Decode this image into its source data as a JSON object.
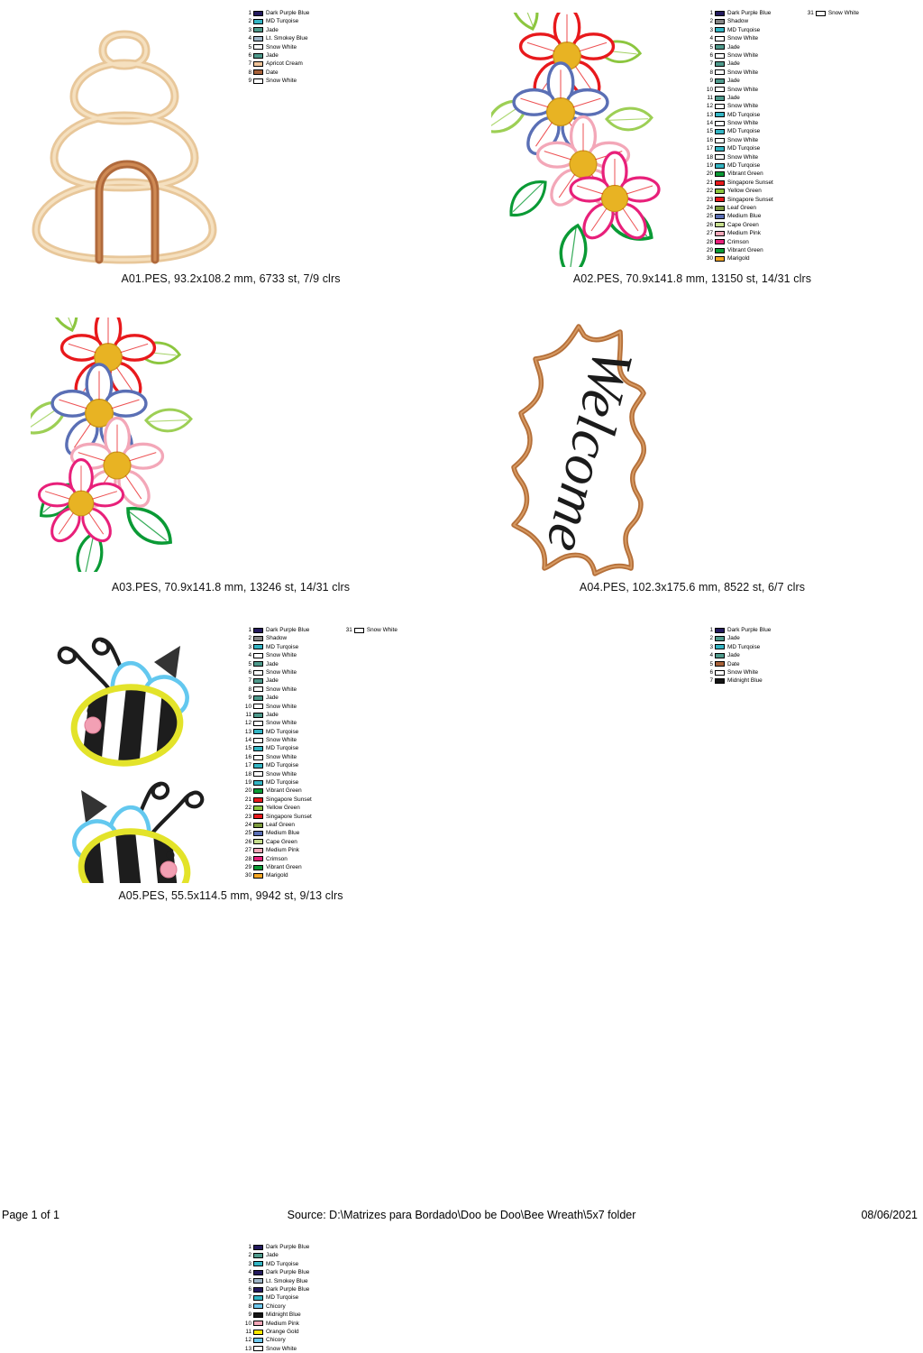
{
  "footer": {
    "page": "Page 1 of 1",
    "source": "Source: D:\\Matrizes para Bordado\\Doo be Doo\\Bee Wreath\\5x7 folder",
    "date": "08/06/2021"
  },
  "colors": {
    "dark_purple_blue": "#241a5e",
    "md_turquoise": "#34b5c4",
    "jade": "#4f9a8c",
    "lt_smokey_blue": "#9fb6c8",
    "snow_white": "#ffffff",
    "apricot_cream": "#f0c49a",
    "date": "#a8623a",
    "shadow": "#848484",
    "vibrant_green": "#0a9a35",
    "singapore_sunset": "#e8191c",
    "yellow_green": "#8cc63f",
    "leaf_green": "#7b9a3d",
    "medium_blue": "#5a6fb5",
    "cape_green": "#c6de8e",
    "medium_pink": "#f3a7b8",
    "crimson": "#e8207a",
    "marigold": "#f5a623",
    "chicory": "#6ec8ef",
    "midnight_blue": "#151515",
    "orange_gold": "#ffe800",
    "banner_outline": "#b5703a",
    "bee_yellow": "#e3e32a",
    "bee_black": "#1d1d1d",
    "bee_wing": "#63c8ef",
    "bee_cheek": "#f2a0b4",
    "flower_center": "#e8b323"
  },
  "designs": [
    {
      "id": "A01",
      "caption": "A01.PES, 93.2x108.2 mm, 6733 st, 7/9 clrs",
      "art_name": "beehive-applique-art",
      "legend": [
        {
          "n": "1",
          "name": "Dark Purple Blue",
          "color": "#241a5e"
        },
        {
          "n": "2",
          "name": "MD Turqoise",
          "color": "#34b5c4"
        },
        {
          "n": "3",
          "name": "Jade",
          "color": "#4f9a8c"
        },
        {
          "n": "4",
          "name": "Lt. Smokey Blue",
          "color": "#9fb6c8"
        },
        {
          "n": "5",
          "name": "Snow White",
          "color": "#ffffff"
        },
        {
          "n": "6",
          "name": "Jade",
          "color": "#4f9a8c"
        },
        {
          "n": "7",
          "name": "Apricot Cream",
          "color": "#f0c49a"
        },
        {
          "n": "8",
          "name": "Date",
          "color": "#a8623a"
        },
        {
          "n": "9",
          "name": "Snow White",
          "color": "#ffffff"
        }
      ],
      "legend2": []
    },
    {
      "id": "A02",
      "caption": "A02.PES, 70.9x141.8 mm, 13150 st, 14/31 clrs",
      "art_name": "flower-wreath-art",
      "legend": [
        {
          "n": "1",
          "name": "Dark Purple Blue",
          "color": "#241a5e"
        },
        {
          "n": "2",
          "name": "Shadow",
          "color": "#848484"
        },
        {
          "n": "3",
          "name": "MD Turqoise",
          "color": "#34b5c4"
        },
        {
          "n": "4",
          "name": "Snow White",
          "color": "#ffffff"
        },
        {
          "n": "5",
          "name": "Jade",
          "color": "#4f9a8c"
        },
        {
          "n": "6",
          "name": "Snow White",
          "color": "#ffffff"
        },
        {
          "n": "7",
          "name": "Jade",
          "color": "#4f9a8c"
        },
        {
          "n": "8",
          "name": "Snow White",
          "color": "#ffffff"
        },
        {
          "n": "9",
          "name": "Jade",
          "color": "#4f9a8c"
        },
        {
          "n": "10",
          "name": "Snow White",
          "color": "#ffffff"
        },
        {
          "n": "11",
          "name": "Jade",
          "color": "#4f9a8c"
        },
        {
          "n": "12",
          "name": "Snow White",
          "color": "#ffffff"
        },
        {
          "n": "13",
          "name": "MD Turqoise",
          "color": "#34b5c4"
        },
        {
          "n": "14",
          "name": "Snow White",
          "color": "#ffffff"
        },
        {
          "n": "15",
          "name": "MD Turqoise",
          "color": "#34b5c4"
        },
        {
          "n": "16",
          "name": "Snow White",
          "color": "#ffffff"
        },
        {
          "n": "17",
          "name": "MD Turqoise",
          "color": "#34b5c4"
        },
        {
          "n": "18",
          "name": "Snow White",
          "color": "#ffffff"
        },
        {
          "n": "19",
          "name": "MD Turqoise",
          "color": "#34b5c4"
        },
        {
          "n": "20",
          "name": "Vibrant Green",
          "color": "#0a9a35"
        },
        {
          "n": "21",
          "name": "Singapore Sunset",
          "color": "#e8191c"
        },
        {
          "n": "22",
          "name": "Yellow Green",
          "color": "#8cc63f"
        },
        {
          "n": "23",
          "name": "Singapore Sunset",
          "color": "#e8191c"
        },
        {
          "n": "24",
          "name": "Leaf Green",
          "color": "#7b9a3d"
        },
        {
          "n": "25",
          "name": "Medium Blue",
          "color": "#5a6fb5"
        },
        {
          "n": "26",
          "name": "Cape Green",
          "color": "#c6de8e"
        },
        {
          "n": "27",
          "name": "Medium Pink",
          "color": "#f3a7b8"
        },
        {
          "n": "28",
          "name": "Crimson",
          "color": "#e8207a"
        },
        {
          "n": "29",
          "name": "Vibrant Green",
          "color": "#0a9a35"
        },
        {
          "n": "30",
          "name": "Marigold",
          "color": "#f5a623"
        }
      ],
      "legend2": [
        {
          "n": "31",
          "name": "Snow White",
          "color": "#ffffff"
        }
      ]
    },
    {
      "id": "A03",
      "caption": "A03.PES, 70.9x141.8 mm, 13246 st, 14/31 clrs",
      "art_name": "flower-wreath-art-2",
      "legend": [
        {
          "n": "1",
          "name": "Dark Purple Blue",
          "color": "#241a5e"
        },
        {
          "n": "2",
          "name": "Shadow",
          "color": "#848484"
        },
        {
          "n": "3",
          "name": "MD Turqoise",
          "color": "#34b5c4"
        },
        {
          "n": "4",
          "name": "Snow White",
          "color": "#ffffff"
        },
        {
          "n": "5",
          "name": "Jade",
          "color": "#4f9a8c"
        },
        {
          "n": "6",
          "name": "Snow White",
          "color": "#ffffff"
        },
        {
          "n": "7",
          "name": "Jade",
          "color": "#4f9a8c"
        },
        {
          "n": "8",
          "name": "Snow White",
          "color": "#ffffff"
        },
        {
          "n": "9",
          "name": "Jade",
          "color": "#4f9a8c"
        },
        {
          "n": "10",
          "name": "Snow White",
          "color": "#ffffff"
        },
        {
          "n": "11",
          "name": "Jade",
          "color": "#4f9a8c"
        },
        {
          "n": "12",
          "name": "Snow White",
          "color": "#ffffff"
        },
        {
          "n": "13",
          "name": "MD Turqoise",
          "color": "#34b5c4"
        },
        {
          "n": "14",
          "name": "Snow White",
          "color": "#ffffff"
        },
        {
          "n": "15",
          "name": "MD Turqoise",
          "color": "#34b5c4"
        },
        {
          "n": "16",
          "name": "Snow White",
          "color": "#ffffff"
        },
        {
          "n": "17",
          "name": "MD Turqoise",
          "color": "#34b5c4"
        },
        {
          "n": "18",
          "name": "Snow White",
          "color": "#ffffff"
        },
        {
          "n": "19",
          "name": "MD Turqoise",
          "color": "#34b5c4"
        },
        {
          "n": "20",
          "name": "Vibrant Green",
          "color": "#0a9a35"
        },
        {
          "n": "21",
          "name": "Singapore Sunset",
          "color": "#e8191c"
        },
        {
          "n": "22",
          "name": "Yellow Green",
          "color": "#8cc63f"
        },
        {
          "n": "23",
          "name": "Singapore Sunset",
          "color": "#e8191c"
        },
        {
          "n": "24",
          "name": "Leaf Green",
          "color": "#7b9a3d"
        },
        {
          "n": "25",
          "name": "Medium Blue",
          "color": "#5a6fb5"
        },
        {
          "n": "26",
          "name": "Cape Green",
          "color": "#c6de8e"
        },
        {
          "n": "27",
          "name": "Medium Pink",
          "color": "#f3a7b8"
        },
        {
          "n": "28",
          "name": "Crimson",
          "color": "#e8207a"
        },
        {
          "n": "29",
          "name": "Vibrant Green",
          "color": "#0a9a35"
        },
        {
          "n": "30",
          "name": "Marigold",
          "color": "#f5a623"
        }
      ],
      "legend2": [
        {
          "n": "31",
          "name": "Snow White",
          "color": "#ffffff"
        }
      ]
    },
    {
      "id": "A04",
      "caption": "A04.PES, 102.3x175.6 mm, 8522 st, 6/7 clrs",
      "art_name": "welcome-banner-art",
      "banner_text": "Welcome",
      "legend": [
        {
          "n": "1",
          "name": "Dark Purple Blue",
          "color": "#241a5e"
        },
        {
          "n": "2",
          "name": "Jade",
          "color": "#4f9a8c"
        },
        {
          "n": "3",
          "name": "MD Turqoise",
          "color": "#34b5c4"
        },
        {
          "n": "4",
          "name": "Jade",
          "color": "#4f9a8c"
        },
        {
          "n": "5",
          "name": "Date",
          "color": "#a8623a"
        },
        {
          "n": "6",
          "name": "Snow White",
          "color": "#ffffff"
        },
        {
          "n": "7",
          "name": "Midnight Blue",
          "color": "#151515"
        }
      ],
      "legend2": []
    },
    {
      "id": "A05",
      "caption": "A05.PES, 55.5x114.5 mm, 9942 st, 9/13 clrs",
      "art_name": "bee-pair-art",
      "legend": [
        {
          "n": "1",
          "name": "Dark Purple Blue",
          "color": "#241a5e"
        },
        {
          "n": "2",
          "name": "Jade",
          "color": "#4f9a8c"
        },
        {
          "n": "3",
          "name": "MD Turqoise",
          "color": "#34b5c4"
        },
        {
          "n": "4",
          "name": "Dark Purple Blue",
          "color": "#241a5e"
        },
        {
          "n": "5",
          "name": "Lt. Smokey Blue",
          "color": "#9fb6c8"
        },
        {
          "n": "6",
          "name": "Dark Purple Blue",
          "color": "#241a5e"
        },
        {
          "n": "7",
          "name": "MD Turqoise",
          "color": "#34b5c4"
        },
        {
          "n": "8",
          "name": "Chicory",
          "color": "#6ec8ef"
        },
        {
          "n": "9",
          "name": "Midnight Blue",
          "color": "#151515"
        },
        {
          "n": "10",
          "name": "Medium Pink",
          "color": "#f3a7b8"
        },
        {
          "n": "11",
          "name": "Orange Gold",
          "color": "#ffe800"
        },
        {
          "n": "12",
          "name": "Chicory",
          "color": "#6ec8ef"
        },
        {
          "n": "13",
          "name": "Snow White",
          "color": "#ffffff"
        }
      ],
      "legend2": []
    }
  ]
}
